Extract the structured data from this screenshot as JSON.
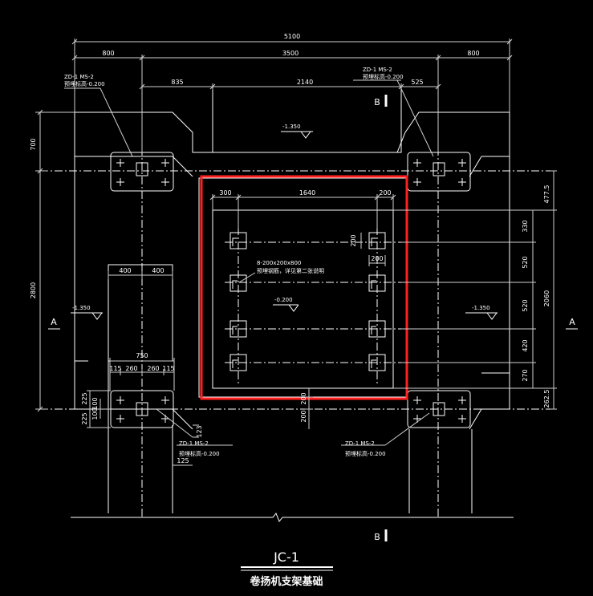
{
  "drawing": {
    "title": "JC-1",
    "subtitle": "卷扬机支架基础",
    "colors": {
      "background": "#000000",
      "lines": "#ffffff",
      "highlight": "#ff2020"
    }
  },
  "dimensions": {
    "top_total": "5100",
    "top_left": "800",
    "top_mid": "3500",
    "top_right": "800",
    "row3_left": "835",
    "row3_mid": "2140",
    "row3_right": "525",
    "left_700": "700",
    "left_2800": "2800",
    "inner_300": "300",
    "inner_1640": "1640",
    "inner_200": "200",
    "col_400a": "400",
    "col_400b": "400",
    "plate_200_v": "200",
    "plate_200_h": "200",
    "right_477_5": "477.5",
    "right_330": "330",
    "right_520a": "520",
    "right_520b": "520",
    "right_420": "420",
    "right_270": "270",
    "right_2060": "2060",
    "right_262_5": "262.5",
    "bl_750": "750",
    "bl_115a": "115",
    "bl_260a": "260",
    "bl_260b": "260",
    "bl_115b": "115",
    "bl_225a": "225",
    "bl_100a": "100",
    "bl_100b": "100",
    "bl_225b": "225",
    "mid_200a": "200",
    "mid_200b": "200",
    "small_123": "123",
    "small_125": "125"
  },
  "labels": {
    "zd_tl": "ZD-1 MS-2",
    "zd_tl_elev": "预埋标高-0.200",
    "zd_tr": "ZD-1 MS-2",
    "zd_tr_elev": "预埋标高-0.200",
    "zd_bl": "ZD-1 MS-2",
    "zd_bl_elev": "预埋标高-0.200",
    "zd_br": "ZD-1 MS-2",
    "zd_br_elev": "预埋标高-0.200",
    "embed_spec": "8-200x200x800",
    "embed_note": "预埋钢筋，详见第二张说明",
    "elev_top": "-1.350",
    "elev_mid": "-0.200",
    "elev_left": "-1.350",
    "elev_right": "-1.350",
    "section_a_left": "A",
    "section_a_right": "A",
    "section_b_top": "B",
    "section_b_bottom": "B"
  }
}
